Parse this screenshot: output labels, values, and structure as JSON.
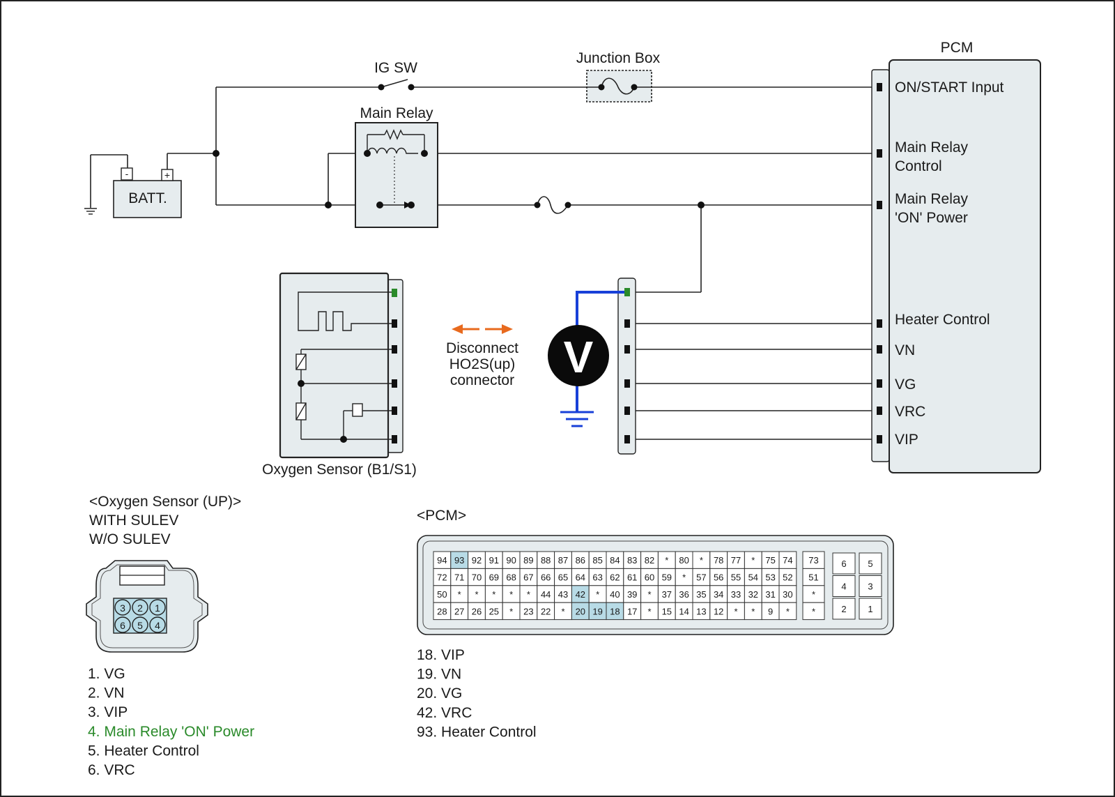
{
  "pcm": {
    "title": "PCM",
    "pins": [
      "ON/START Input",
      "Main Relay",
      "Control",
      "Main Relay",
      "'ON' Power",
      "Heater Control",
      "VN",
      "VG",
      "VRC",
      "VIP"
    ]
  },
  "ig_switch_label": "IG SW",
  "junction_box_label": "Junction Box",
  "main_relay_label": "Main Relay",
  "battery_label": "BATT.",
  "battery_neg": "-",
  "battery_pos": "+",
  "sensor_label": "Oxygen Sensor (B1/S1)",
  "disconnect_text": [
    "Disconnect",
    "HO2S(up)",
    "connector"
  ],
  "voltmeter_symbol": "V",
  "o2_connector": {
    "header": [
      "<Oxygen Sensor (UP)>",
      "WITH SULEV",
      "W/O SULEV"
    ],
    "pins_top": [
      "3",
      "2",
      "1"
    ],
    "pins_bottom": [
      "6",
      "5",
      "4"
    ],
    "legend": [
      {
        "text": "1. VG",
        "highlight": false
      },
      {
        "text": "2. VN",
        "highlight": false
      },
      {
        "text": "3. VIP",
        "highlight": false
      },
      {
        "text": "4. Main Relay  'ON' Power",
        "highlight": true
      },
      {
        "text": "5. Heater Control",
        "highlight": false
      },
      {
        "text": "6. VRC",
        "highlight": false
      }
    ]
  },
  "pcm_connector": {
    "header": "<PCM>",
    "rows": [
      [
        "94",
        "93",
        "92",
        "91",
        "90",
        "89",
        "88",
        "87",
        "86",
        "85",
        "84",
        "83",
        "82",
        "*",
        "80",
        "*",
        "78",
        "77",
        "*",
        "75",
        "74"
      ],
      [
        "72",
        "71",
        "70",
        "69",
        "68",
        "67",
        "66",
        "65",
        "64",
        "63",
        "62",
        "61",
        "60",
        "59",
        "*",
        "57",
        "56",
        "55",
        "54",
        "53",
        "52"
      ],
      [
        "50",
        "*",
        "*",
        "*",
        "*",
        "*",
        "44",
        "43",
        "42",
        "*",
        "40",
        "39",
        "*",
        "37",
        "36",
        "35",
        "34",
        "33",
        "32",
        "31",
        "30"
      ],
      [
        "28",
        "27",
        "26",
        "25",
        "*",
        "23",
        "22",
        "*",
        "20",
        "19",
        "18",
        "17",
        "*",
        "15",
        "14",
        "13",
        "12",
        "*",
        "*",
        "9",
        "*"
      ]
    ],
    "highlighted": [
      "93",
      "42",
      "20",
      "19",
      "18"
    ],
    "side_col": [
      "73",
      "51",
      "*",
      "*"
    ],
    "small_grid": [
      [
        "6",
        "5"
      ],
      [
        "4",
        "3"
      ],
      [
        "2",
        "1"
      ]
    ],
    "legend": [
      "18. VIP",
      "19. VN",
      "20. VG",
      "42. VRC",
      "93. Heater Control"
    ]
  },
  "colors": {
    "green": "#2a8a2a",
    "blue": "#1840d8",
    "orange": "#e86a1e",
    "highlight": "#b8dbe6",
    "panel": "#e6ecee"
  }
}
